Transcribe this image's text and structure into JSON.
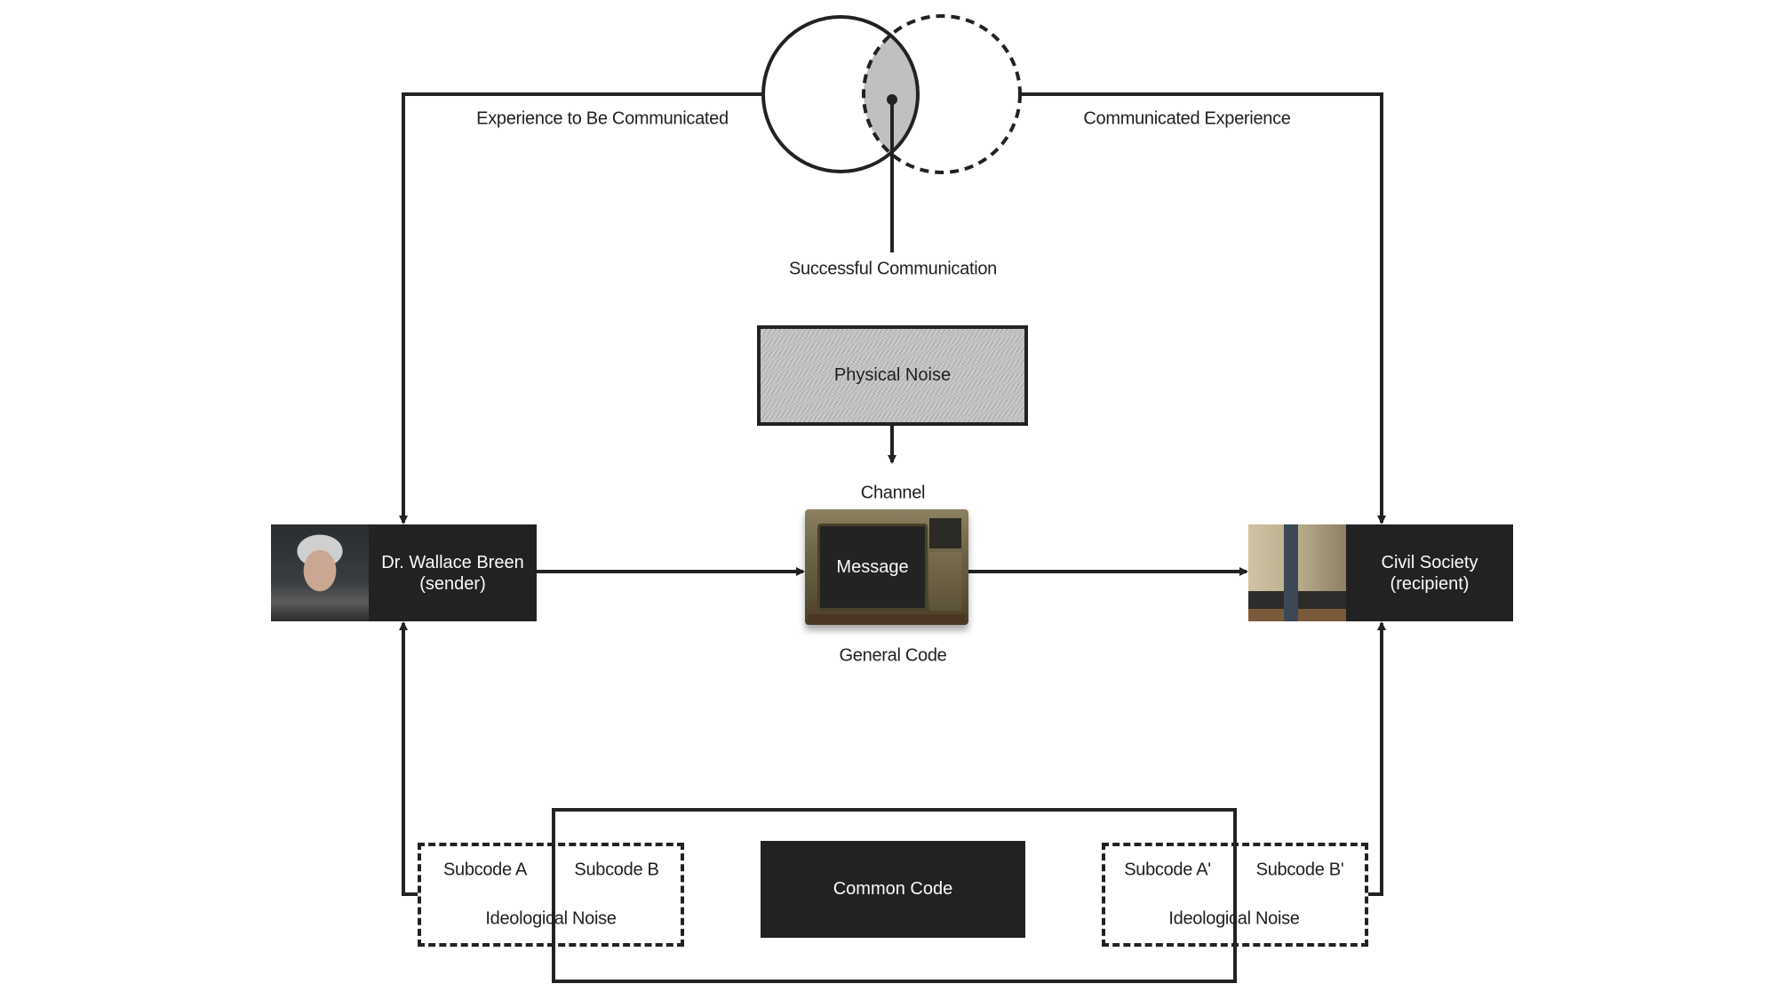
{
  "diagram": {
    "top": {
      "left_label": "Experience to Be Communicated",
      "right_label": "Communicated Experience",
      "overlap_label": "Successful Communication"
    },
    "noise": {
      "physical": "Physical Noise"
    },
    "channel": {
      "top_label": "Channel",
      "message": "Message",
      "bottom_label": "General Code"
    },
    "sender": {
      "name": "Dr. Wallace Breen",
      "role": "(sender)"
    },
    "recipient": {
      "name": "Civil Society",
      "role": "(recipient)"
    },
    "bottom": {
      "common_code": "Common Code",
      "left_group": {
        "subcode_a": "Subcode A",
        "subcode_b": "Subcode B",
        "noise": "Ideological Noise"
      },
      "right_group": {
        "subcode_a": "Subcode A'",
        "subcode_b": "Subcode B'",
        "noise": "Ideological Noise"
      }
    },
    "colors": {
      "ink": "#222222",
      "overlap_fill": "#c0c0c0",
      "node_fill": "#222222",
      "node_text": "#fafafa"
    }
  }
}
